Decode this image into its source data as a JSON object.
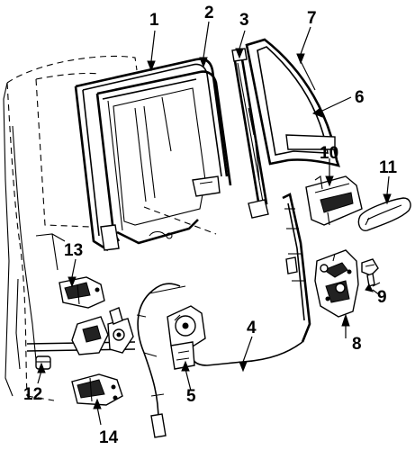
{
  "diagram": {
    "callouts": [
      {
        "id": "1",
        "label": "1",
        "part": "glass-run-channel"
      },
      {
        "id": "2",
        "label": "2",
        "part": "door-glass-frame"
      },
      {
        "id": "3",
        "label": "3",
        "part": "division-bar"
      },
      {
        "id": "4",
        "label": "4",
        "part": "window-regulator-cable"
      },
      {
        "id": "5",
        "label": "5",
        "part": "window-motor"
      },
      {
        "id": "6",
        "label": "6",
        "part": "quarter-glass"
      },
      {
        "id": "7",
        "label": "7",
        "part": "quarter-glass-seal"
      },
      {
        "id": "8",
        "label": "8",
        "part": "door-lock-actuator"
      },
      {
        "id": "9",
        "label": "9",
        "part": "lock-clip"
      },
      {
        "id": "10",
        "label": "10",
        "part": "outside-handle-bracket"
      },
      {
        "id": "11",
        "label": "11",
        "part": "outside-handle"
      },
      {
        "id": "12",
        "label": "12",
        "part": "door-bumper"
      },
      {
        "id": "13",
        "label": "13",
        "part": "upper-hinge"
      },
      {
        "id": "14",
        "label": "14",
        "part": "lower-hinge"
      }
    ]
  }
}
